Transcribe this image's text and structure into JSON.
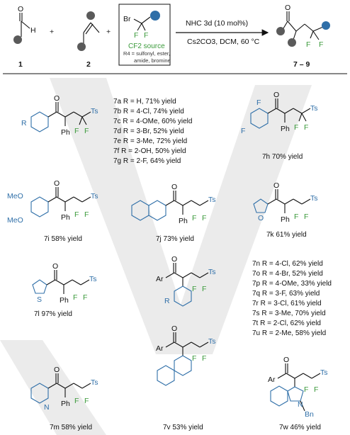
{
  "reaction": {
    "reagent_conditions": "NHC 3d (10 mol%)",
    "solvent_conditions": "Cs2CO3, DCM, 60 °C",
    "cf2_source_label": "CF2 source",
    "cf2_note_1": "R4 = sulfonyl, ester,",
    "cf2_note_2": "amide, bromine",
    "compound_1": "1",
    "compound_2": "2",
    "product_range": "7 – 9"
  },
  "products": {
    "7a": "7a R = H, 71% yield",
    "7b": "7b R = 4-Cl, 74% yield",
    "7c": "7c R = 4-OMe, 60% yield",
    "7d": "7d R = 3-Br, 52% yield",
    "7e": "7e R = 3-Me, 72% yield",
    "7f": "7f R = 2-OH, 50% yield",
    "7g": "7g R = 2-F, 64% yield",
    "7h": "7h 70% yield",
    "7i": "7i 58% yield",
    "7j": "7j 73% yield",
    "7k": "7k 61% yield",
    "7l": "7l 97% yield",
    "7m": "7m 58% yield",
    "7n": "7n R = 4-Cl, 62% yield",
    "7o": "7o R = 4-Br, 52% yield",
    "7p": "7p R = 4-OMe, 33% yield",
    "7q": "7q R = 3-F, 63% yield",
    "7r": "7r R = 3-Cl, 61% yield",
    "7s": "7s R = 3-Me, 70% yield",
    "7t": "7t R = 2-Cl, 62% yield",
    "7u": "7u R = 2-Me, 58% yield",
    "7v": "7v 53% yield",
    "7w": "7w 46% yield"
  },
  "colors": {
    "blue": "#2f6fa8",
    "green": "#3a9a3a",
    "watermark": "#e6e6e6"
  }
}
